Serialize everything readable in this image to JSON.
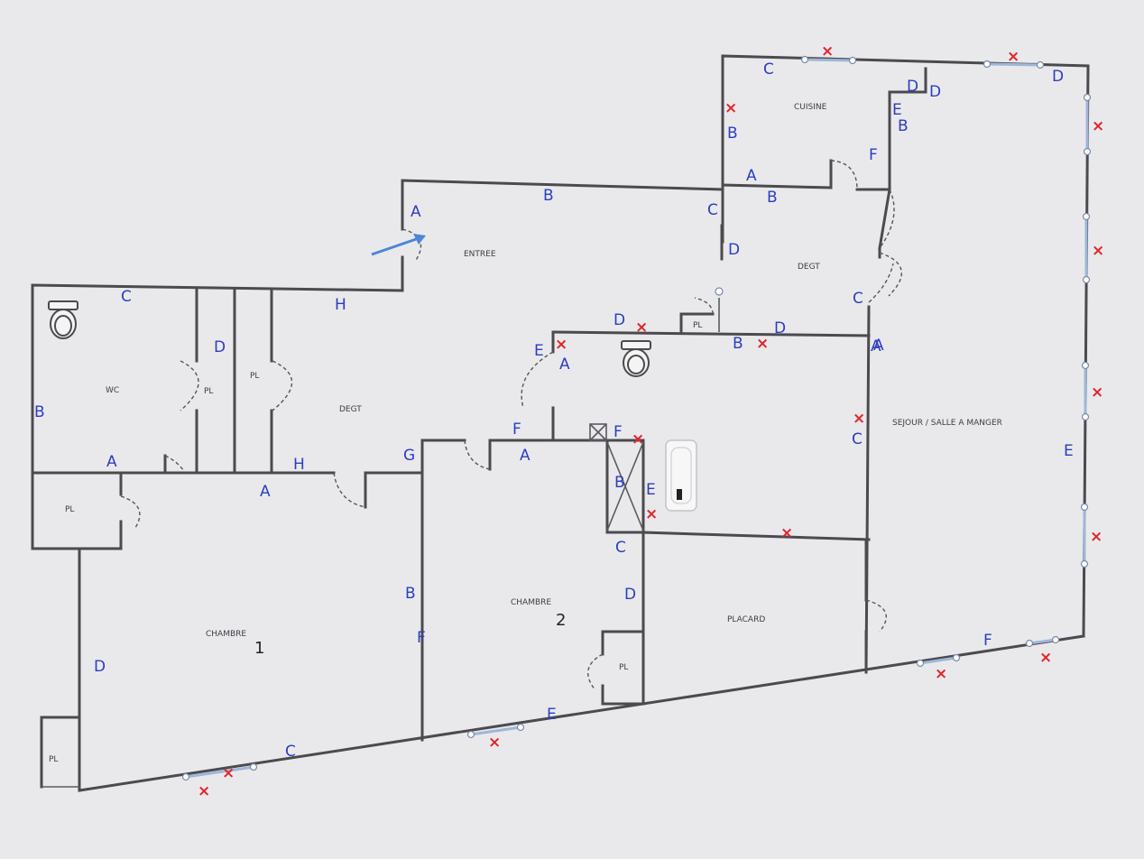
{
  "rooms": {
    "cuisine": "CUISINE",
    "entree": "ENTREE",
    "degt_top": "DEGT",
    "degt_left": "DEGT",
    "wc": "WC",
    "sejour": "SEJOUR / SALLE A MANGER",
    "chambre1": "CHAMBRE",
    "chambre1_num": "1",
    "chambre2": "CHAMBRE",
    "chambre2_num": "2",
    "placard": "PLACARD",
    "pl_wc_1": "PL",
    "pl_wc_2": "PL",
    "pl_chambre1": "PL",
    "pl_bottom_left": "PL",
    "pl_degt": "PL",
    "pl_chambre2": "PL"
  },
  "wall_marks": [
    {
      "id": "cuisine-c",
      "text": "C"
    },
    {
      "id": "cuisine-d",
      "text": "D"
    },
    {
      "id": "cuisine-d2",
      "text": "D"
    },
    {
      "id": "cuisine-e",
      "text": "E"
    },
    {
      "id": "cuisine-b",
      "text": "B"
    },
    {
      "id": "cuisine-b2",
      "text": "B"
    },
    {
      "id": "cuisine-f",
      "text": "F"
    },
    {
      "id": "cuisine-a",
      "text": "A"
    },
    {
      "id": "cuisine-d3",
      "text": "D"
    },
    {
      "id": "entree-a",
      "text": "A"
    },
    {
      "id": "entree-b",
      "text": "B"
    },
    {
      "id": "entree-c",
      "text": "C"
    },
    {
      "id": "entree-d",
      "text": "D"
    },
    {
      "id": "entree-h",
      "text": "H"
    },
    {
      "id": "degt-b",
      "text": "B"
    },
    {
      "id": "degt-c",
      "text": "C"
    },
    {
      "id": "degt-a",
      "text": "A"
    },
    {
      "id": "bath-d",
      "text": "D"
    },
    {
      "id": "bath-b",
      "text": "B"
    },
    {
      "id": "bath-e",
      "text": "E"
    },
    {
      "id": "bath-a",
      "text": "A"
    },
    {
      "id": "bath-f",
      "text": "F"
    },
    {
      "id": "bath-a2",
      "text": "A"
    },
    {
      "id": "bath-f2",
      "text": "F"
    },
    {
      "id": "bath-c",
      "text": "C"
    },
    {
      "id": "bath-d2",
      "text": "D"
    },
    {
      "id": "bath-b2",
      "text": "B"
    },
    {
      "id": "bath-e2",
      "text": "E"
    },
    {
      "id": "bath-c2",
      "text": "C"
    },
    {
      "id": "sejour-a",
      "text": "A"
    },
    {
      "id": "sejour-e",
      "text": "E"
    },
    {
      "id": "sejour-f",
      "text": "F"
    },
    {
      "id": "wc-c",
      "text": "C"
    },
    {
      "id": "wc-b",
      "text": "B"
    },
    {
      "id": "wc-a",
      "text": "A"
    },
    {
      "id": "pl-d",
      "text": "D"
    },
    {
      "id": "degt2-h",
      "text": "H"
    },
    {
      "id": "degt2-a",
      "text": "A"
    },
    {
      "id": "degt2-g",
      "text": "G"
    },
    {
      "id": "ch2-b",
      "text": "B"
    },
    {
      "id": "ch2-f",
      "text": "F"
    },
    {
      "id": "ch2-d",
      "text": "D"
    },
    {
      "id": "ch2-e",
      "text": "E"
    },
    {
      "id": "ch1-c",
      "text": "C"
    },
    {
      "id": "ch1-d",
      "text": "D"
    }
  ],
  "cross_mark": "×",
  "colors": {
    "wall": "#4a4a4f",
    "marker": "#2b3ec0",
    "cross": "#e0262b",
    "window": "#9fb6d8"
  }
}
